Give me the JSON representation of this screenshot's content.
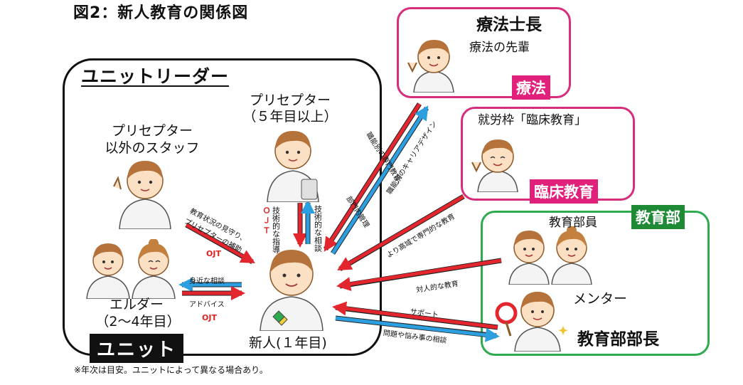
{
  "title": "図2：新人教育の関係図",
  "unit_leader": "ユニットリーダー",
  "unit_tag": "ユニット",
  "preceptor": {
    "line1": "プリセプター",
    "line2": "（５年目以上）"
  },
  "other_staff": {
    "line1": "プリセプター",
    "line2": "以外のスタッフ"
  },
  "elder": {
    "line1": "エルダー",
    "line2": "（2〜4年目）"
  },
  "newcomer": "新人(１年目)",
  "therapy": {
    "title": "療法士長",
    "subtitle": "療法の先輩",
    "tag": "療法"
  },
  "clinical": {
    "title": "就労枠「臨床教育」",
    "tag": "臨床教育"
  },
  "education": {
    "tag": "教育部",
    "member": "教育部員",
    "mentor": "メンター",
    "head": "教育部部長"
  },
  "labels": {
    "observe_1": "教育状況の見守り、",
    "observe_2": "プリセプターの補助",
    "ojt": "OJT",
    "ojt_vertical": "ＯＪＴ",
    "tech_guidance": "技術的な指導",
    "tech_consult": "技術的な相談",
    "friendly_consult": "身近な相談",
    "advice": "アドバイス",
    "career_1": "職能別の専門教育、",
    "career_2": "部門内管理",
    "career_design": "職能別のキャリアデザイン",
    "advanced_edu": "より高域で専門的な教育",
    "interpersonal_edu": "対人的な教育",
    "support": "サポート",
    "problem_consult": "問題や悩み事の相談"
  },
  "footnote": "※年次は目安。ユニットによって異なる場合あり。",
  "colors": {
    "arrow_red": "#e3262d",
    "arrow_blue": "#2c9fe0",
    "pink": "#d62d7d",
    "green": "#2eaa4f",
    "skin": "#fbe0c4",
    "hair": "#b5723a"
  }
}
